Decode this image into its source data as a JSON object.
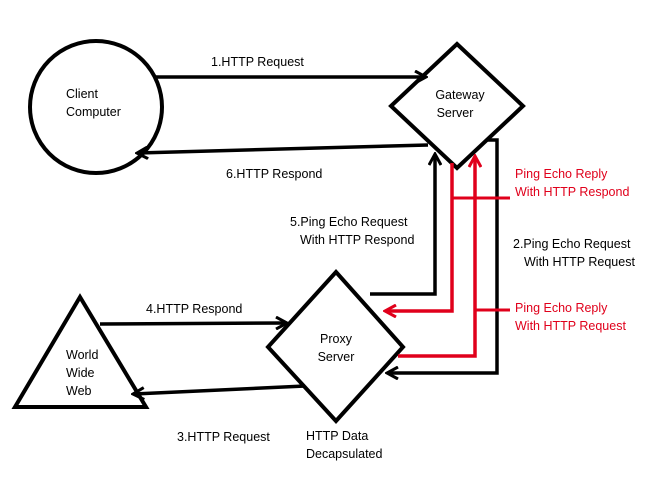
{
  "nodes": {
    "client": {
      "line1": "Client",
      "line2": "Computer"
    },
    "gateway": {
      "line1": "Gateway",
      "line2": "Server"
    },
    "proxy": {
      "line1": "Proxy",
      "line2": "Server"
    },
    "www": {
      "line1": "World",
      "line2": "Wide",
      "line3": "Web"
    }
  },
  "edges": {
    "e1": "1.HTTP Request",
    "e2_line1": "2.Ping Echo Request",
    "e2_line2": "With HTTP Request",
    "e3": "3.HTTP Request",
    "e4": "4.HTTP Respond",
    "e5_line1": "5.Ping Echo Request",
    "e5_line2": "With HTTP Respond",
    "e6": "6.HTTP Respond",
    "reply_respond_line1": "Ping Echo Reply",
    "reply_respond_line2": "With HTTP Respond",
    "reply_request_line1": "Ping Echo Reply",
    "reply_request_line2": "With HTTP Request"
  },
  "annotations": {
    "decap_line1": "HTTP Data",
    "decap_line2": "Decapsulated"
  },
  "colors": {
    "primary": "#000000",
    "accent": "#e0001b"
  }
}
